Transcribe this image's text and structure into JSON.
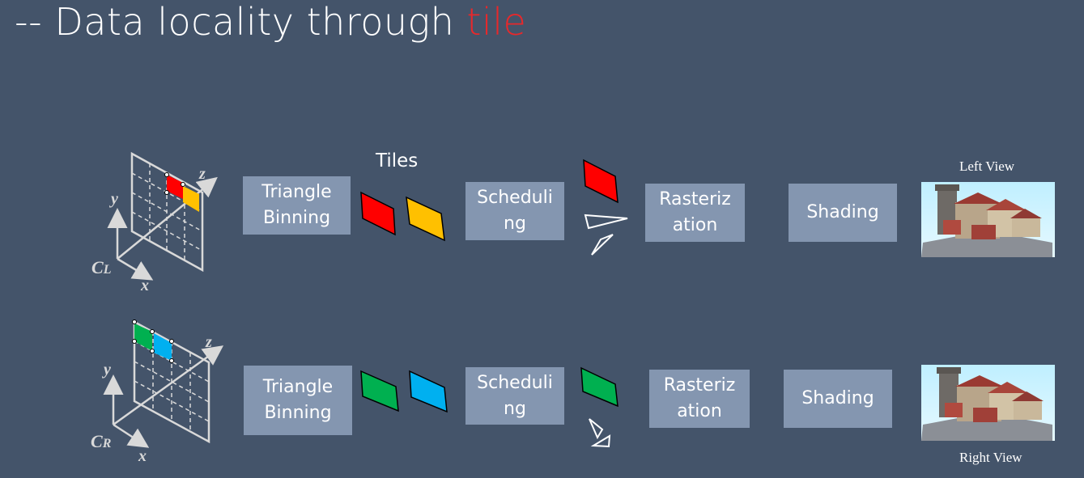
{
  "title": {
    "prefix": "-- Data locality through ",
    "highlight": "tile"
  },
  "tiles_label": "Tiles",
  "left_row": {
    "camera_label": "C",
    "camera_sub": "L",
    "axis_x": "x",
    "axis_y": "y",
    "axis_z": "z",
    "stages": [
      "Triangle Binning",
      "Scheduli ng",
      "Rasteriz ation",
      "Shading"
    ],
    "tile_colors": [
      "#ff0000",
      "#ffc000"
    ],
    "view_label": "Left View"
  },
  "right_row": {
    "camera_label": "C",
    "camera_sub": "R",
    "axis_x": "x",
    "axis_y": "y",
    "axis_z": "z",
    "stages": [
      "Triangle Binning",
      "Scheduli ng",
      "Rasteriz ation",
      "Shading"
    ],
    "tile_colors": [
      "#00b050",
      "#00b0f0"
    ],
    "view_label": "Right View"
  },
  "colors": {
    "background": "#44546a",
    "box": "#8496b0",
    "highlight": "#e8282b"
  }
}
